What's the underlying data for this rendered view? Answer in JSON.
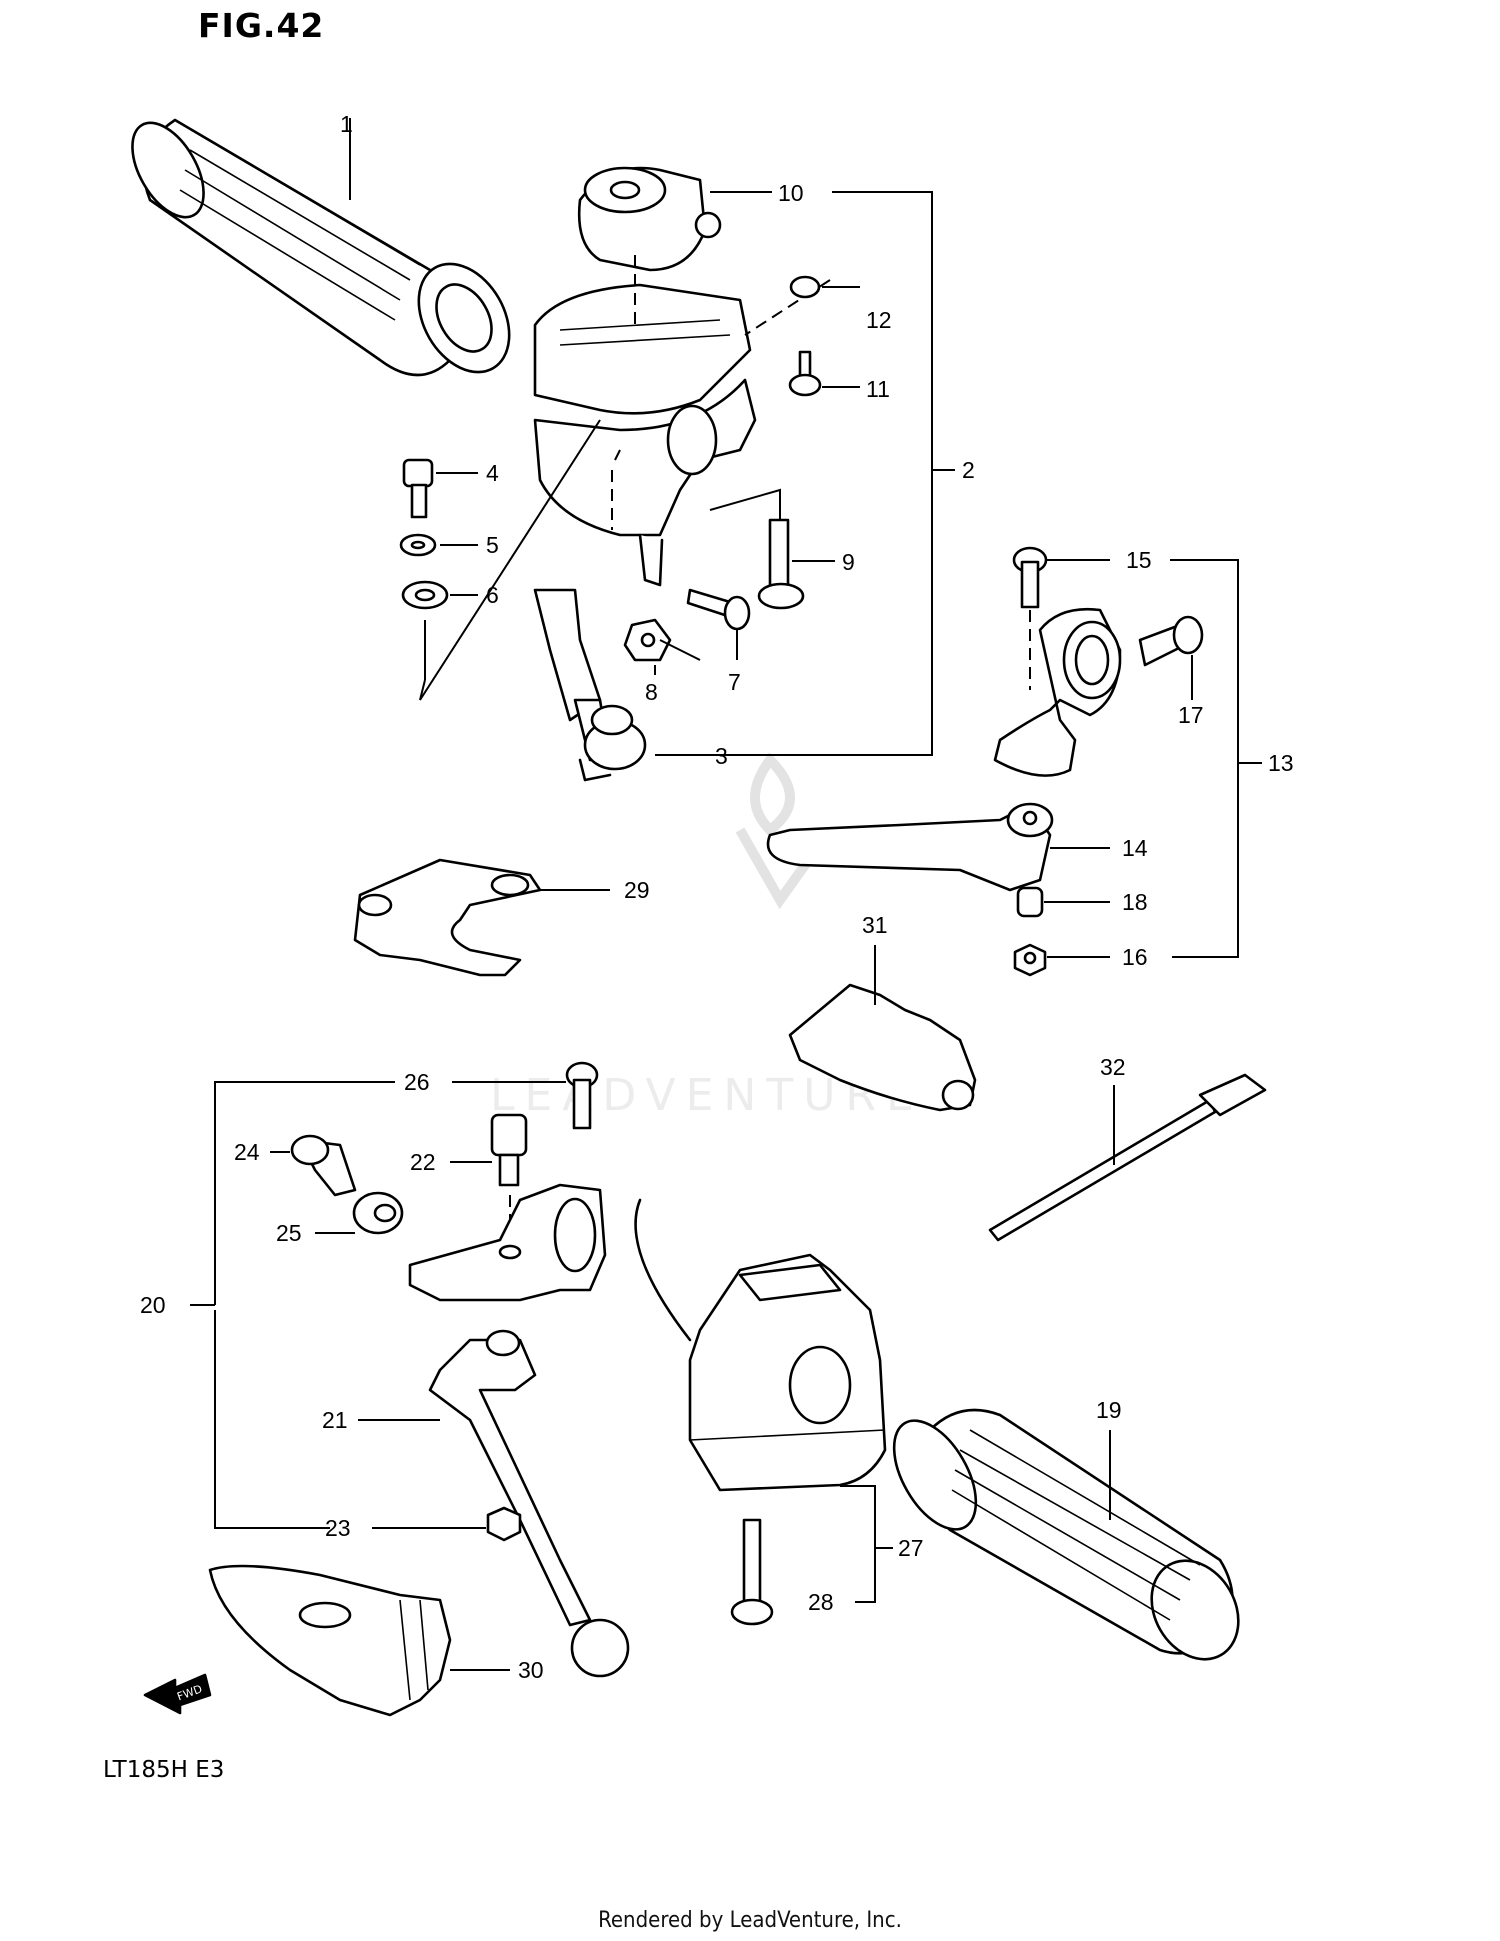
{
  "figure_title": "FIG.42",
  "model_code": "LT185H  E3",
  "footer": "Rendered by LeadVenture, Inc.",
  "watermark": "LEADVENTURE",
  "callouts": {
    "c1": "1",
    "c2": "2",
    "c3": "3",
    "c4": "4",
    "c5": "5",
    "c6": "6",
    "c7": "7",
    "c8": "8",
    "c9": "9",
    "c10": "10",
    "c11": "11",
    "c12": "12",
    "c13": "13",
    "c14": "14",
    "c15": "15",
    "c16": "16",
    "c17": "17",
    "c18": "18",
    "c19": "19",
    "c20": "20",
    "c21": "21",
    "c22": "22",
    "c23": "23",
    "c24": "24",
    "c25": "25",
    "c26": "26",
    "c27": "27",
    "c28": "28",
    "c29": "29",
    "c30": "30",
    "c31": "31",
    "c32": "32"
  },
  "fwd_label": "FWD"
}
